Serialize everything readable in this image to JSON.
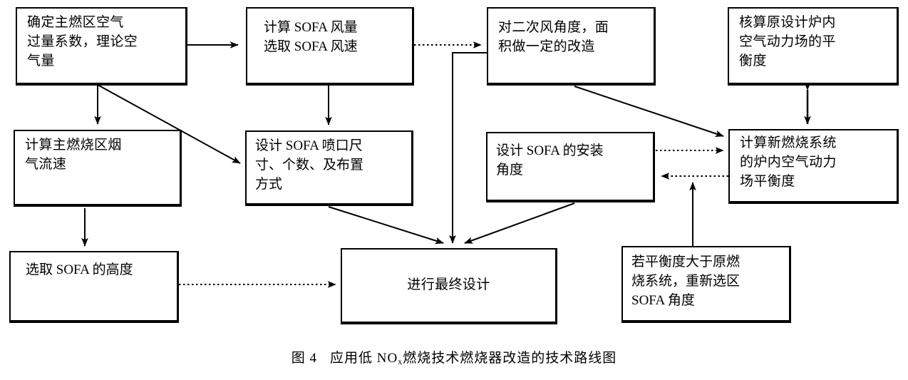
{
  "figure": {
    "caption_prefix": "图 4",
    "caption_main_before": "应用低 NO",
    "caption_sub": "x",
    "caption_main_after": "燃烧技术燃烧器改造的技术路线图"
  },
  "nodes": [
    {
      "id": "n1",
      "label": "确定主燃区空气\n过量系数，理论空\n气量"
    },
    {
      "id": "n2",
      "label": "计算 SOFA 风量\n选取 SOFA 风速"
    },
    {
      "id": "n3",
      "label": "对二次风角度，面\n积做一定的改造"
    },
    {
      "id": "n4",
      "label": "核算原设计炉内\n空气动力场的平\n衡度"
    },
    {
      "id": "n5",
      "label": "计算主燃烧区烟\n气流速"
    },
    {
      "id": "n6",
      "label": "设计 SOFA 喷口尺\n寸、个数、及布置\n方式"
    },
    {
      "id": "n7",
      "label": "设计 SOFA 的安装\n角度"
    },
    {
      "id": "n8",
      "label": "计算新燃烧系统\n的炉内空气动力\n场平衡度"
    },
    {
      "id": "n9",
      "label": "选取 SOFA 的高度"
    },
    {
      "id": "n10",
      "label": "进行最终设计"
    },
    {
      "id": "n11",
      "label": "若平衡度大于原燃\n烧系统，重新选区\nSOFA 角度"
    }
  ],
  "edges": [
    {
      "from": "n1",
      "to": "n2",
      "style": "solid",
      "kind": "horizontal"
    },
    {
      "from": "n1",
      "to": "n5",
      "style": "solid",
      "kind": "vertical"
    },
    {
      "from": "n1",
      "to": "n6",
      "style": "solid",
      "kind": "diagonal"
    },
    {
      "from": "n2",
      "to": "n3",
      "style": "dotted",
      "kind": "horizontal"
    },
    {
      "from": "n2",
      "to": "n6",
      "style": "solid",
      "kind": "vertical"
    },
    {
      "from": "n3",
      "to": "n8",
      "style": "solid",
      "kind": "diagonal"
    },
    {
      "from": "n3",
      "to": "n10",
      "style": "solid",
      "kind": "elbow"
    },
    {
      "from": "n4",
      "to": "n8",
      "style": "solid",
      "kind": "double-vertical"
    },
    {
      "from": "n5",
      "to": "n9",
      "style": "solid",
      "kind": "vertical"
    },
    {
      "from": "n6",
      "to": "n10",
      "style": "solid",
      "kind": "diagonal"
    },
    {
      "from": "n7",
      "to": "n8",
      "style": "dotted",
      "kind": "horizontal"
    },
    {
      "from": "n8",
      "to": "n7",
      "style": "dotted",
      "kind": "horizontal-back"
    },
    {
      "from": "n7",
      "to": "n10",
      "style": "solid",
      "kind": "diagonal"
    },
    {
      "from": "n9",
      "to": "n10",
      "style": "dotted",
      "kind": "horizontal"
    },
    {
      "from": "n11",
      "to": "n7",
      "style": "solid",
      "kind": "vertical-up"
    }
  ],
  "colors": {
    "line": "#000000",
    "box_border": "#000000",
    "background": "#ffffff",
    "text": "#000000"
  }
}
